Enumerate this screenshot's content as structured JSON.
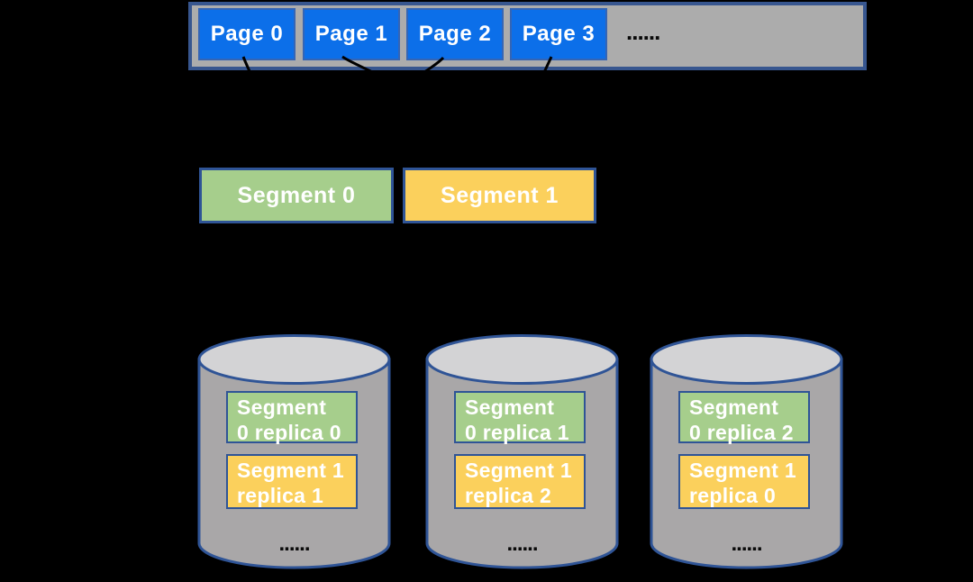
{
  "colors": {
    "background": "#000000",
    "bar_fill": "#ACACAC",
    "bar_border": "#37568F",
    "page_fill": "#0C6FE9",
    "page_border": "#3465B5",
    "shape_border": "#2F5496",
    "segment_green": "#A6CE8C",
    "segment_yellow": "#FBD05C",
    "cylinder_body": "#A9A7A8",
    "cylinder_top": "#D3D3D5",
    "label_text": "#FFFFFF",
    "ellipsis_text": "#0A0A0A",
    "connector": "#000000"
  },
  "page_bar": {
    "pages": [
      {
        "label": "Page 0"
      },
      {
        "label": "Page 1"
      },
      {
        "label": "Page 2"
      },
      {
        "label": "Page 3"
      }
    ],
    "ellipsis": "......"
  },
  "segments": [
    {
      "label": "Segment 0"
    },
    {
      "label": "Segment 1"
    }
  ],
  "nodes": [
    {
      "green": {
        "lines": [
          "Segment",
          "0 replica 0"
        ]
      },
      "yellow": {
        "lines": [
          "Segment 1",
          "replica 1"
        ]
      },
      "ellipsis": "......"
    },
    {
      "green": {
        "lines": [
          "Segment",
          "0 replica 1"
        ]
      },
      "yellow": {
        "lines": [
          "Segment 1",
          "replica 2"
        ]
      },
      "ellipsis": "......"
    },
    {
      "green": {
        "lines": [
          "Segment",
          "0 replica 2"
        ]
      },
      "yellow": {
        "lines": [
          "Segment 1",
          "replica 0"
        ]
      },
      "ellipsis": "......"
    }
  ]
}
